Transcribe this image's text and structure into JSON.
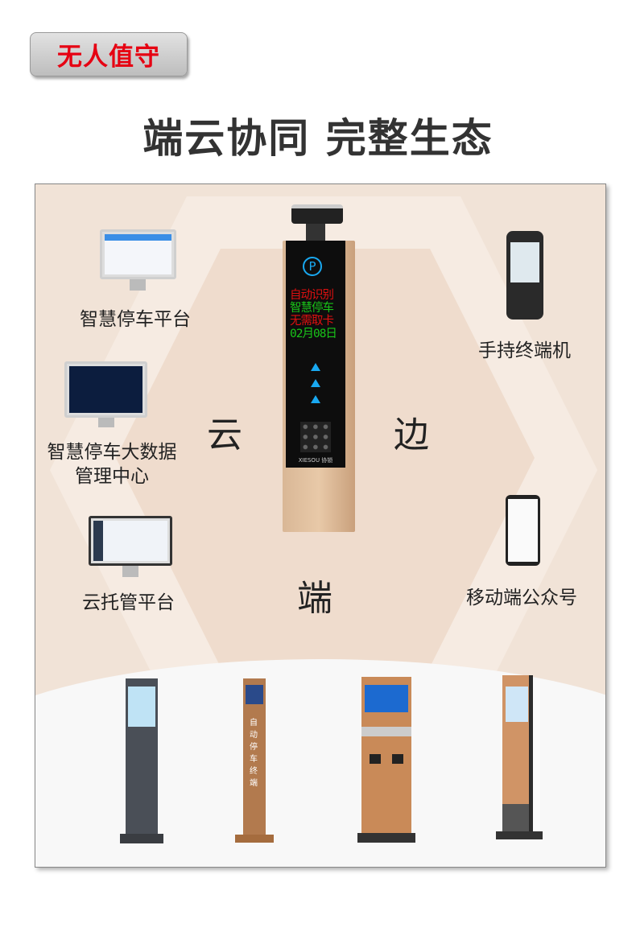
{
  "badge": "无人值守",
  "title": "端云协同 完整生态",
  "labels": {
    "platform": "智慧停车平台",
    "bigdata_line1": "智慧停车大数据",
    "bigdata_line2": "管理中心",
    "cloud_hosting": "云托管平台",
    "handheld": "手持终端机",
    "mobile": "移动端公众号"
  },
  "big_chars": {
    "cloud": "云",
    "edge": "边",
    "end": "端"
  },
  "device": {
    "parking_icon": "P",
    "led": [
      "自动识别",
      "智慧停车",
      "无需取卡",
      "02月08日"
    ],
    "led_colors": [
      "#e01010",
      "#19c419",
      "#e01010",
      "#19c419"
    ],
    "brand": "XIESOU 协锁"
  },
  "kiosk_pillar_text": "自动停车终端",
  "colors": {
    "badge_text": "#e60012",
    "panel_bg": "#f1e3d7",
    "gold": "#c9a07c",
    "copper": "#c98a58"
  }
}
